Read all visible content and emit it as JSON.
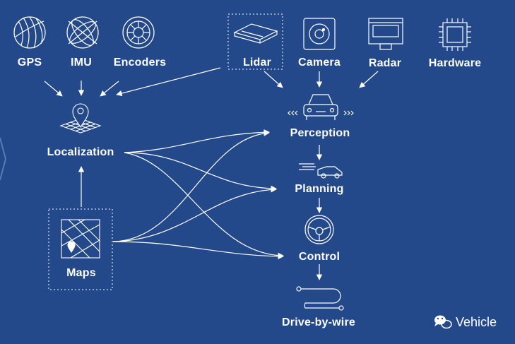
{
  "inputs": {
    "gps": "GPS",
    "imu": "IMU",
    "encoders": "Encoders",
    "lidar": "Lidar",
    "camera": "Camera",
    "radar": "Radar",
    "hardware": "Hardware"
  },
  "modules": {
    "localization": "Localization",
    "maps": "Maps",
    "perception": "Perception",
    "planning": "Planning",
    "control": "Control",
    "drive_by_wire": "Drive-by-wire"
  },
  "watermark": {
    "text": "Vehicle",
    "icon": "wechat-icon"
  },
  "colors": {
    "background": "#23498a",
    "foreground": "#ffffff"
  }
}
